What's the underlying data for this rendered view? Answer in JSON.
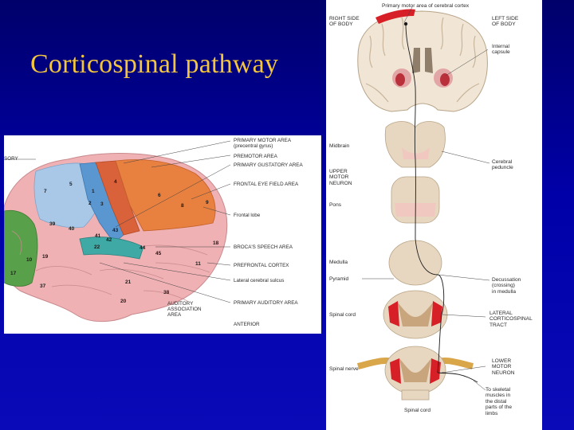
{
  "slide": {
    "title": "Corticospinal pathway"
  },
  "brain_figure": {
    "labels": {
      "cut_left": "SORY",
      "primary_motor": "PRIMARY MOTOR AREA\n(precentral gyrus)",
      "premotor": "PREMOTOR AREA",
      "primary_gustatory": "PRIMARY GUSTATORY AREA",
      "frontal_eye": "FRONTAL EYE FIELD AREA",
      "frontal_lobe": "Frontal lobe",
      "brocas": "BROCA'S SPEECH AREA",
      "prefrontal": "PREFRONTAL CORTEX",
      "lateral_sulcus": "Lateral cerebral sulcus",
      "primary_auditory": "PRIMARY AUDITORY AREA",
      "auditory_assoc": "AUDITORY\nASSOCIATION\nAREA",
      "anterior": "ANTERIOR"
    },
    "area_numbers": {
      "n7": "7",
      "n5": "5",
      "n1": "1",
      "n4": "4",
      "n6": "6",
      "n3": "3",
      "n2": "2",
      "n8": "8",
      "n9": "9",
      "n39": "39",
      "n40": "40",
      "n43": "43",
      "n41": "41",
      "n42": "42",
      "n22": "22",
      "n44": "44",
      "n45": "45",
      "n10": "10",
      "n11": "11",
      "n18": "18",
      "n19": "19",
      "n17": "17",
      "n37": "37",
      "n21": "21",
      "n38": "38",
      "n20": "20"
    }
  },
  "pathway_figure": {
    "labels": {
      "primary_motor_cortex": "Primary motor area of cerebral cortex",
      "right_side": "RIGHT SIDE\nOF BODY",
      "left_side": "LEFT SIDE\nOF BODY",
      "internal_capsule": "Internal\ncapsule",
      "midbrain": "Midbrain",
      "cerebral_peduncle": "Cerebral\npeduncle",
      "upper_motor_neuron": "UPPER\nMOTOR\nNEURON",
      "pons": "Pons",
      "medulla": "Medulla",
      "pyramid": "Pyramid",
      "decussation": "Decussation\n(crossing)\nin medulla",
      "spinal_cord_1": "Spinal cord",
      "lateral_tract": "LATERAL\nCORTICOSPINAL\nTRACT",
      "lower_motor_neuron": "LOWER\nMOTOR\nNEURON",
      "spinal_nerve": "Spinal nerve",
      "to_skeletal": "To skeletal\nmuscles in\nthe distal\nparts of the\nlimbs",
      "spinal_cord_2": "Spinal cord"
    }
  },
  "colors": {
    "background": "#0000a8",
    "title": "#f2c53d",
    "brain_pink": "#efb1b3",
    "motor_orange": "#e8803f",
    "somatosensory_blue": "#5a97d1",
    "occipital_green": "#59a04a",
    "auditory_teal": "#3fa9a5",
    "tract_red": "#d61f26",
    "brainstem_tan": "#e8d7c0"
  }
}
